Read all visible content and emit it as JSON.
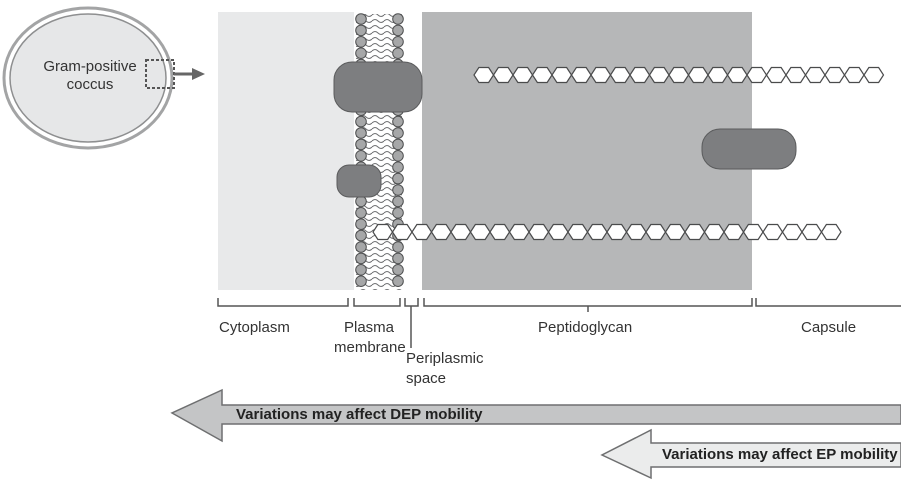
{
  "cell": {
    "name": "Gram-positive coccus"
  },
  "labels": {
    "cytoplasm": "Cytoplasm",
    "plasma_membrane": "Plasma membrane",
    "periplasmic_space": "Periplasmic space",
    "peptidoglycan": "Peptidoglycan",
    "capsule": "Capsule"
  },
  "arrows": {
    "dep": "Variations may affect DEP mobility",
    "ep": "Variations may affect EP mobility"
  },
  "colors": {
    "cytoplasm": "#e8e9ea",
    "peptidoglycan": "#b6b7b8",
    "membrane_bead": "#a6a7a8",
    "protein": "#7d7e80",
    "arrow_dep": "#c4c5c6",
    "arrow_ep": "#ebecec"
  }
}
